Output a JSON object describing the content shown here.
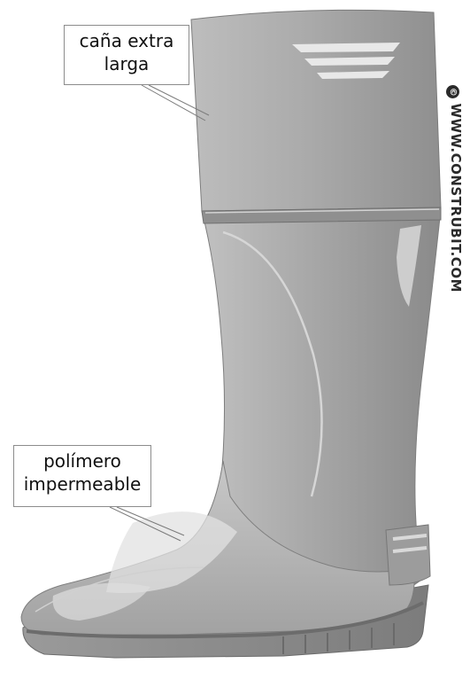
{
  "labels": {
    "shaft": [
      "caña extra",
      "larga"
    ],
    "material": [
      "polímero",
      "impermeable"
    ]
  },
  "credit": {
    "symbol": "©",
    "text": "WWW.CONSTRUBIT.COM"
  },
  "colors": {
    "boot_light": "#c9c9c9",
    "boot_mid": "#a9a9a9",
    "boot_dark": "#8e8e8e",
    "sole": "#7a7a7a",
    "highlight": "#e6e6e6"
  }
}
